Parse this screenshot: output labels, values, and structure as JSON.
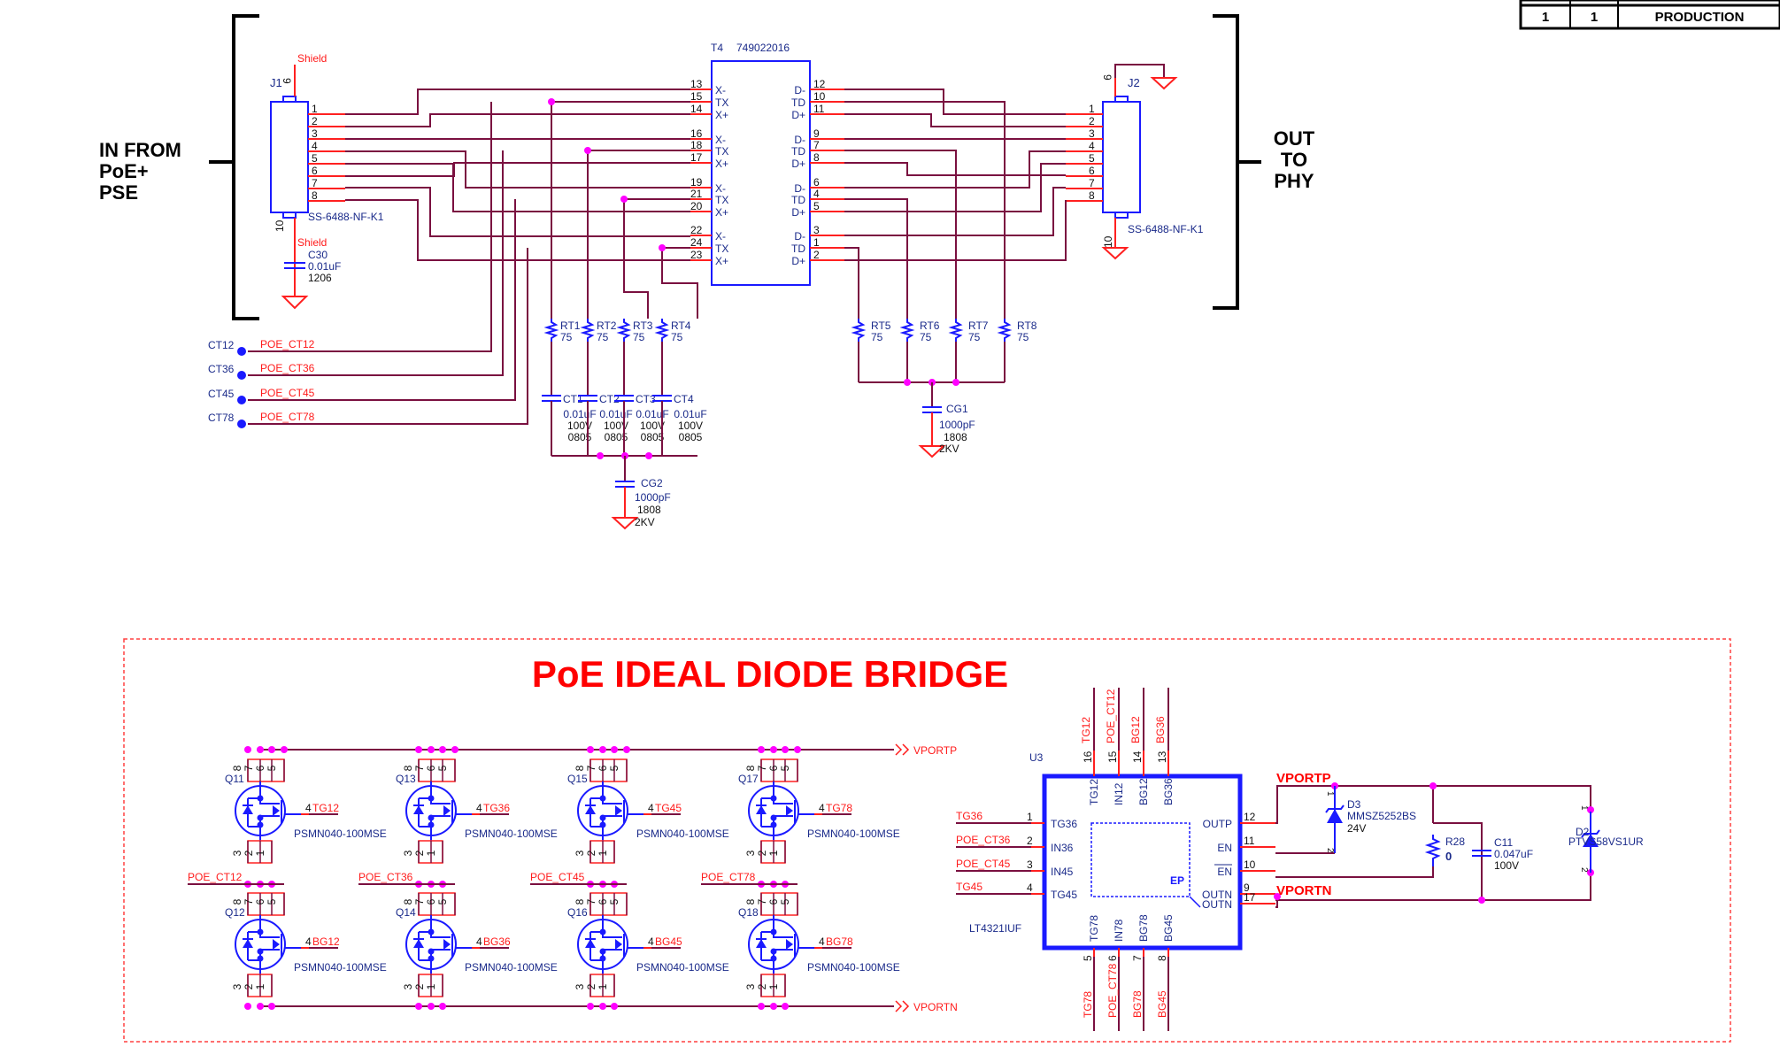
{
  "title_block": {
    "col1": "1",
    "col2": "1",
    "status": "PRODUCTION"
  },
  "left_label": [
    "IN FROM",
    "PoE+",
    "PSE"
  ],
  "right_label": [
    "OUT",
    "TO",
    "PHY"
  ],
  "j1": {
    "ref": "J1",
    "part": "SS-6488-NF-K1",
    "pins": [
      "1",
      "2",
      "3",
      "4",
      "5",
      "6",
      "7",
      "8"
    ],
    "shield_top": "Shield",
    "shield_bot": "Shield",
    "pin_top": "9",
    "pin_bot": "10"
  },
  "c30": {
    "ref": "C30",
    "value": "0.01uF",
    "pkg": "1206"
  },
  "j2": {
    "ref": "J2",
    "part": "SS-6488-NF-K1",
    "pins": [
      "1",
      "2",
      "3",
      "4",
      "5",
      "6",
      "7",
      "8"
    ],
    "pin_top": "9",
    "pin_bot": "10"
  },
  "t4": {
    "ref": "T4",
    "part": "749022016",
    "left_groups": [
      {
        "pins": [
          "13",
          "15",
          "14"
        ],
        "labels": [
          "X-",
          "TX",
          "X+"
        ]
      },
      {
        "pins": [
          "16",
          "18",
          "17"
        ],
        "labels": [
          "X-",
          "TX",
          "X+"
        ]
      },
      {
        "pins": [
          "19",
          "21",
          "20"
        ],
        "labels": [
          "X-",
          "TX",
          "X+"
        ]
      },
      {
        "pins": [
          "22",
          "24",
          "23"
        ],
        "labels": [
          "X-",
          "TX",
          "X+"
        ]
      }
    ],
    "right_groups": [
      {
        "pins": [
          "12",
          "10",
          "11"
        ],
        "labels": [
          "D-",
          "TD",
          "D+"
        ]
      },
      {
        "pins": [
          "9",
          "7",
          "8"
        ],
        "labels": [
          "D-",
          "TD",
          "D+"
        ]
      },
      {
        "pins": [
          "6",
          "4",
          "5"
        ],
        "labels": [
          "D-",
          "TD",
          "D+"
        ]
      },
      {
        "pins": [
          "3",
          "1",
          "2"
        ],
        "labels": [
          "D-",
          "TD",
          "D+"
        ]
      }
    ]
  },
  "ct_ports": [
    {
      "port": "CT12",
      "net": "POE_CT12"
    },
    {
      "port": "CT36",
      "net": "POE_CT36"
    },
    {
      "port": "CT45",
      "net": "POE_CT45"
    },
    {
      "port": "CT78",
      "net": "POE_CT78"
    }
  ],
  "rt_left": [
    {
      "ref": "RT1",
      "value": "75"
    },
    {
      "ref": "RT2",
      "value": "75"
    },
    {
      "ref": "RT3",
      "value": "75"
    },
    {
      "ref": "RT4",
      "value": "75"
    }
  ],
  "rt_right": [
    {
      "ref": "RT5",
      "value": "75"
    },
    {
      "ref": "RT6",
      "value": "75"
    },
    {
      "ref": "RT7",
      "value": "75"
    },
    {
      "ref": "RT8",
      "value": "75"
    }
  ],
  "ct_caps": [
    {
      "ref": "CT1",
      "value": "0.01uF",
      "volt": "100V",
      "pkg": "0805"
    },
    {
      "ref": "CT2",
      "value": "0.01uF",
      "volt": "100V",
      "pkg": "0805"
    },
    {
      "ref": "CT3",
      "value": "0.01uF",
      "volt": "100V",
      "pkg": "0805"
    },
    {
      "ref": "CT4",
      "value": "0.01uF",
      "volt": "100V",
      "pkg": "0805"
    }
  ],
  "cg1": {
    "ref": "CG1",
    "value": "1000pF",
    "pkg": "1808",
    "volt": "2KV"
  },
  "cg2": {
    "ref": "CG2",
    "value": "1000pF",
    "pkg": "1808",
    "volt": "2KV"
  },
  "bridge_title": "PoE IDEAL DIODE BRIDGE",
  "vportp": "VPORTP",
  "vportn": "VPORTN",
  "mosfets_top": [
    {
      "ref": "Q11",
      "gate": "TG12",
      "part": "PSMN040-100MSE"
    },
    {
      "ref": "Q13",
      "gate": "TG36",
      "part": "PSMN040-100MSE"
    },
    {
      "ref": "Q15",
      "gate": "TG45",
      "part": "PSMN040-100MSE"
    },
    {
      "ref": "Q17",
      "gate": "TG78",
      "part": "PSMN040-100MSE"
    }
  ],
  "mosfets_bot": [
    {
      "ref": "Q12",
      "gate": "BG12",
      "part": "PSMN040-100MSE",
      "net": "POE_CT12"
    },
    {
      "ref": "Q14",
      "gate": "BG36",
      "part": "PSMN040-100MSE",
      "net": "POE_CT36"
    },
    {
      "ref": "Q16",
      "gate": "BG45",
      "part": "PSMN040-100MSE",
      "net": "POE_CT45"
    },
    {
      "ref": "Q18",
      "gate": "BG78",
      "part": "PSMN040-100MSE",
      "net": "POE_CT78"
    }
  ],
  "mosfet_pins": {
    "gate": "4",
    "drain": [
      "8",
      "7",
      "6",
      "5"
    ],
    "source": [
      "3",
      "2",
      "1"
    ]
  },
  "u3": {
    "ref": "U3",
    "part": "LT4321IUF",
    "ep": "EP",
    "top": [
      {
        "pin": "16",
        "name": "TG12",
        "net": "TG12"
      },
      {
        "pin": "15",
        "name": "IN12",
        "net": "POE_CT12"
      },
      {
        "pin": "14",
        "name": "BG12",
        "net": "BG12"
      },
      {
        "pin": "13",
        "name": "BG36",
        "net": "BG36"
      }
    ],
    "left": [
      {
        "pin": "1",
        "name": "TG36",
        "net": "TG36"
      },
      {
        "pin": "2",
        "name": "IN36",
        "net": "POE_CT36"
      },
      {
        "pin": "3",
        "name": "IN45",
        "net": "POE_CT45"
      },
      {
        "pin": "4",
        "name": "TG45",
        "net": "TG45"
      }
    ],
    "right": [
      {
        "pin": "12",
        "name": "OUTP"
      },
      {
        "pin": "11",
        "name": "EN"
      },
      {
        "pin": "10",
        "name": "EN"
      },
      {
        "pin": "9",
        "name": "OUTN"
      },
      {
        "pin": "17",
        "name": "OUTN"
      }
    ],
    "bottom": [
      {
        "pin": "5",
        "name": "TG78",
        "net": "TG78"
      },
      {
        "pin": "6",
        "name": "IN78",
        "net": "POE_CT78"
      },
      {
        "pin": "7",
        "name": "BG78",
        "net": "BG78"
      },
      {
        "pin": "8",
        "name": "BG45",
        "net": "BG45"
      }
    ]
  },
  "d3": {
    "ref": "D3",
    "part": "MMSZ5252BS",
    "volt": "24V",
    "pin1": "1",
    "pin2": "2"
  },
  "r28": {
    "ref": "R28",
    "value": "0"
  },
  "c11": {
    "ref": "C11",
    "value": "0.047uF",
    "volt": "100V"
  },
  "d2": {
    "ref": "D2",
    "part": "PTVS58VS1UR",
    "pin1": "1",
    "pin2": "2"
  }
}
